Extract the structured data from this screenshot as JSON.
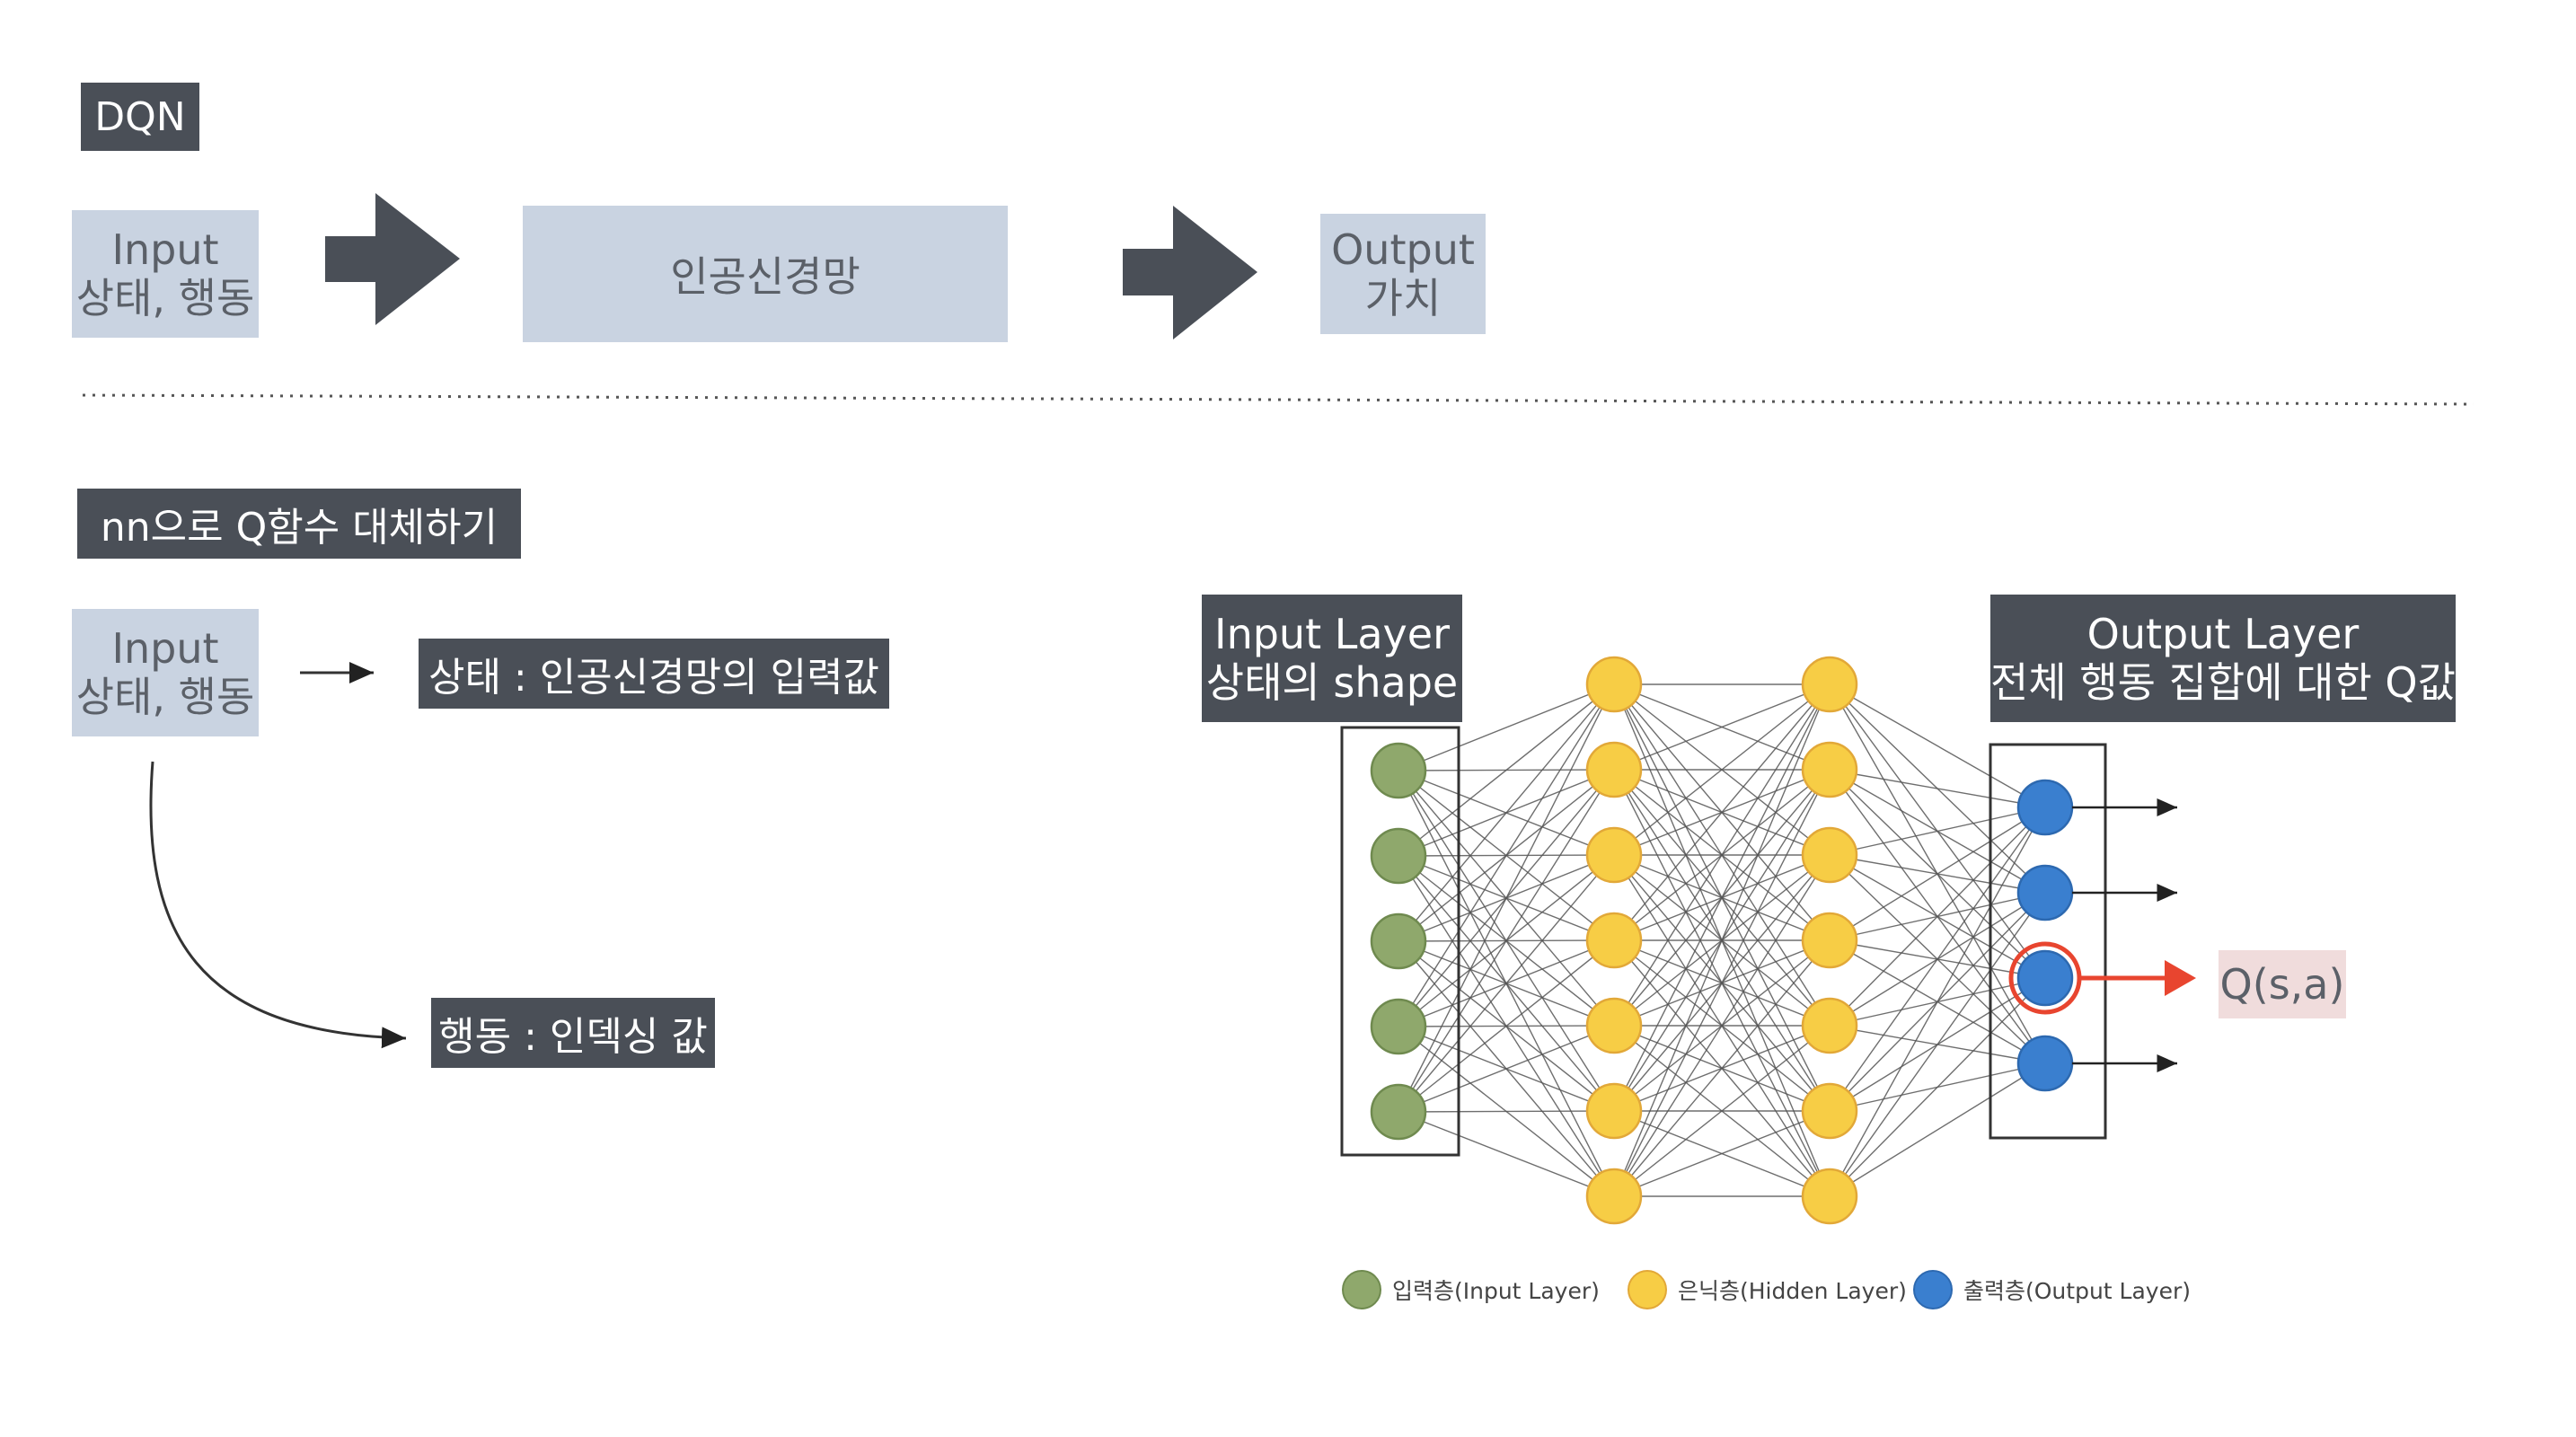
{
  "top": {
    "tag": "DQN",
    "input_box": {
      "line1": "Input",
      "line2": "상태, 행동"
    },
    "nn_box": "인공신경망",
    "output_box": {
      "line1": "Output",
      "line2": "가치"
    }
  },
  "bottom": {
    "tag": "nn으로 Q함수 대체하기",
    "input_box": {
      "line1": "Input",
      "line2": "상태, 행동"
    },
    "state_label": "상태 : 인공신경망의 입력값",
    "action_label": "행동 : 인덱싱 값"
  },
  "network": {
    "input_layer_title": {
      "line1": "Input Layer",
      "line2": "상태의 shape"
    },
    "output_layer_title": {
      "line1": "Output Layer",
      "line2": "전체 행동 집합에 대한 Q값"
    },
    "q_label": "Q(s,a)",
    "input_nodes": 5,
    "hidden_layers": [
      7,
      7
    ],
    "output_nodes": 4,
    "highlighted_output_index": 2,
    "colors": {
      "input": "#8fa86c",
      "hidden": "#f7cd45",
      "output": "#3a7fcf",
      "highlight": "#e8452f",
      "q_bg": "#f0dcdc"
    }
  },
  "legend": [
    {
      "label": "입력층(Input Layer)",
      "color": "#8fa86c"
    },
    {
      "label": "은닉층(Hidden Layer)",
      "color": "#f7cd45"
    },
    {
      "label": "출력층(Output Layer)",
      "color": "#3a7fcf"
    }
  ]
}
